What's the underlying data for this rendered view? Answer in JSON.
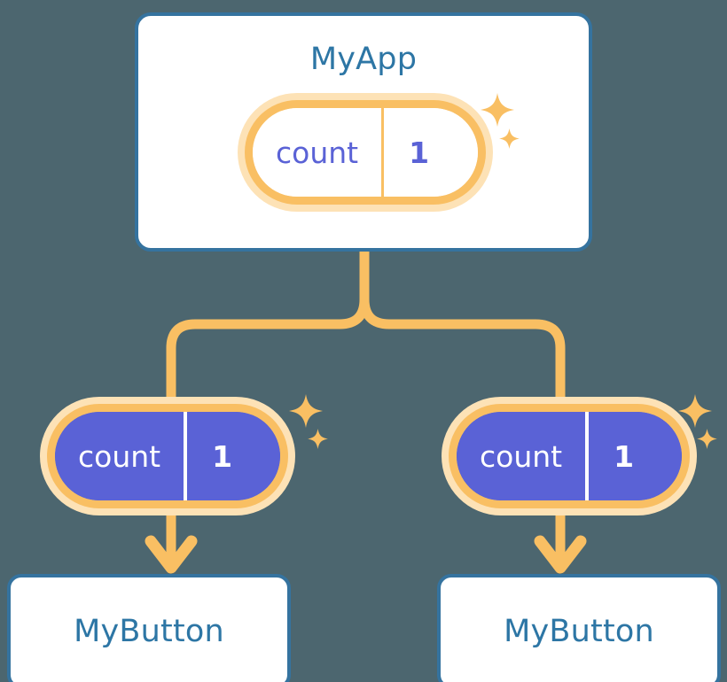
{
  "diagram": {
    "title_semantic": "react-state-prop-drilling-tree",
    "background_color": "#4c666f",
    "colors": {
      "card_border": "#35739f",
      "card_background": "#ffffff",
      "label_text": "#2d76a5",
      "pill_ring": "#f9bf63",
      "pill_ring_glow": "#fde2b6",
      "pill_fill_child": "#5a62d6",
      "pill_text_parent": "#5a62d6",
      "pill_text_child": "#ffffff",
      "connector": "#f9bf63",
      "sparkle": "#f9bf63"
    }
  },
  "parent": {
    "label": "MyApp",
    "state": {
      "key": "count",
      "value": "1"
    },
    "sparkles": [
      {
        "name": "sparkle-large",
        "size": 38
      },
      {
        "name": "sparkle-small",
        "size": 22
      }
    ]
  },
  "children": [
    {
      "label": "MyButton",
      "state": {
        "key": "count",
        "value": "1"
      }
    },
    {
      "label": "MyButton",
      "state": {
        "key": "count",
        "value": "1"
      }
    }
  ]
}
